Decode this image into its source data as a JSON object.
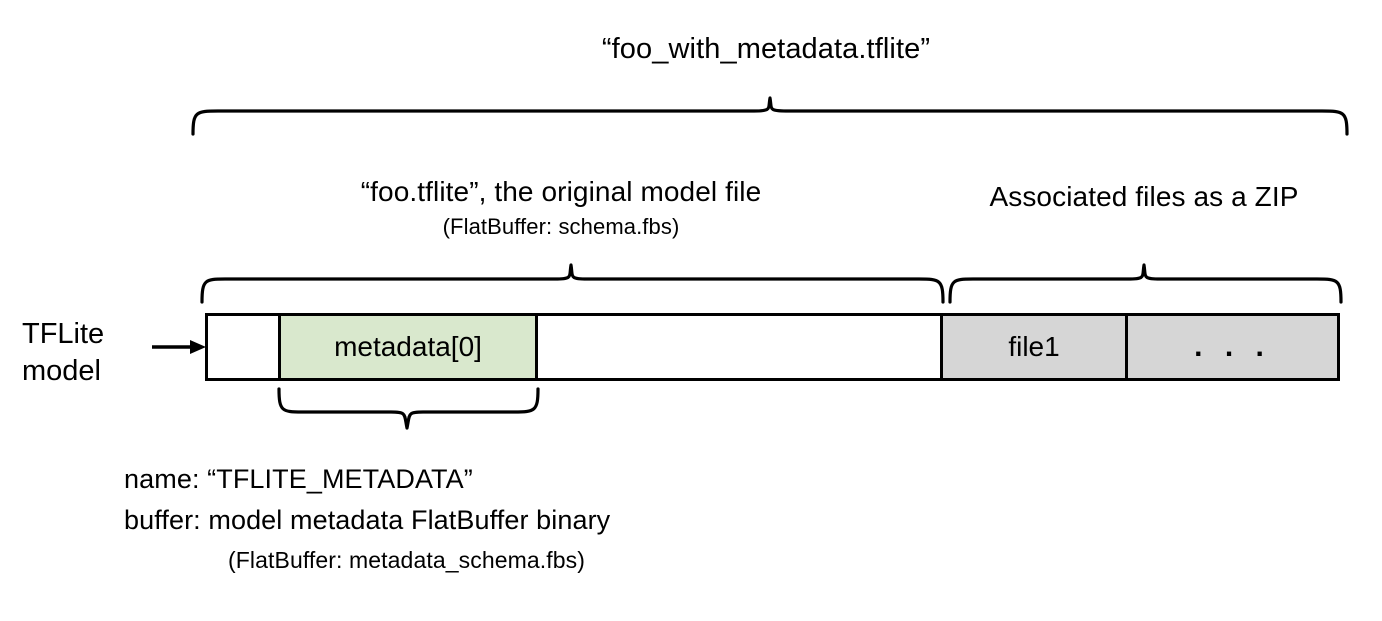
{
  "diagram": {
    "type": "block-structure",
    "title": "“foo_with_metadata.tflite”",
    "side_label": "TFLite\nmodel",
    "sections": [
      {
        "id": "original-model",
        "label": "“foo.tflite”, the original model file",
        "sublabel": "(FlatBuffer: schema.fbs)"
      },
      {
        "id": "associated-files",
        "label": "Associated files as a ZIP",
        "sublabel": ""
      }
    ],
    "bar_segments": [
      {
        "id": "leading-pad",
        "label": "",
        "fill": "#ffffff"
      },
      {
        "id": "metadata-0",
        "label": "metadata[0]",
        "fill": "#d9e8cd"
      },
      {
        "id": "model-body",
        "label": "",
        "fill": "#ffffff"
      },
      {
        "id": "file1",
        "label": "file1",
        "fill": "#d6d6d6"
      },
      {
        "id": "more-files",
        "label": ". . .",
        "fill": "#d6d6d6"
      }
    ],
    "metadata_note": {
      "line1": "name: “TFLITE_METADATA”",
      "line2": "buffer: model metadata FlatBuffer binary",
      "line3": "(FlatBuffer: metadata_schema.fbs)"
    },
    "colors": {
      "metadata_fill": "#d9e8cd",
      "zip_fill": "#d6d6d6",
      "stroke": "#000000",
      "background": "#ffffff"
    }
  }
}
